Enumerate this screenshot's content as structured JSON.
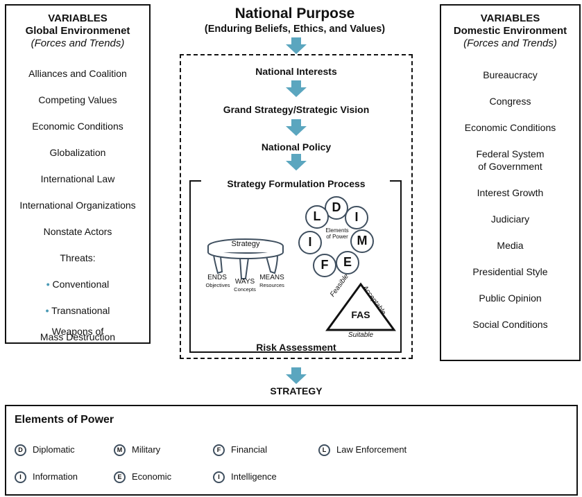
{
  "left_panel": {
    "title": "VARIABLES",
    "subtitle": "Global Environmenet",
    "note": "(Forces and Trends)",
    "items": [
      "Alliances and Coalition",
      "Competing Values",
      "Economic Conditions",
      "Globalization",
      "International Law",
      "International Organizations",
      "Nonstate Actors",
      "Threats:",
      "Conventional",
      "Transnational",
      "Weapons of",
      "Mass Destruction"
    ]
  },
  "right_panel": {
    "title": "VARIABLES",
    "subtitle": "Domestic Environment",
    "note": "(Forces and Trends)",
    "items": [
      "Bureaucracy",
      "Congress",
      "Economic Conditions",
      "Federal System",
      "of Government",
      "Interest Growth",
      "Judiciary",
      "Media",
      "Presidential Style",
      "Public Opinion",
      "Social Conditions"
    ]
  },
  "center": {
    "title": "National Purpose",
    "subtitle": "(Enduring Beliefs, Ethics, and Values)",
    "flow": [
      "National Interests",
      "Grand Strategy/Strategic Vision",
      "National Policy"
    ],
    "process_title": "Strategy Formulation Process",
    "stool": {
      "seat": "Strategy",
      "ends": "ENDS",
      "ends_sub": "Objectives",
      "ways": "WAYS",
      "ways_sub": "Concepts",
      "means": "MEANS",
      "means_sub": "Resources"
    },
    "elements_label_1": "Elements",
    "elements_label_2": "of Power",
    "circles": [
      "D",
      "I",
      "M",
      "E",
      "F",
      "I",
      "L"
    ],
    "fas": {
      "center": "FAS",
      "left": "Feasible",
      "right": "Acceptable",
      "bottom": "Suitable"
    },
    "risk": "Risk Assessment",
    "output": "STRATEGY"
  },
  "legend": {
    "title": "Elements of Power",
    "items": [
      {
        "letter": "D",
        "label": "Diplomatic"
      },
      {
        "letter": "M",
        "label": "Military"
      },
      {
        "letter": "F",
        "label": "Financial"
      },
      {
        "letter": "L",
        "label": "Law Enforcement"
      },
      {
        "letter": "I",
        "label": "Information"
      },
      {
        "letter": "E",
        "label": "Economic"
      },
      {
        "letter": "I",
        "label": "Intelligence"
      }
    ]
  },
  "colors": {
    "arrow": "#5ba6bf",
    "bullet": "#4a9ab5",
    "circle_border": "#3f4f5f"
  }
}
